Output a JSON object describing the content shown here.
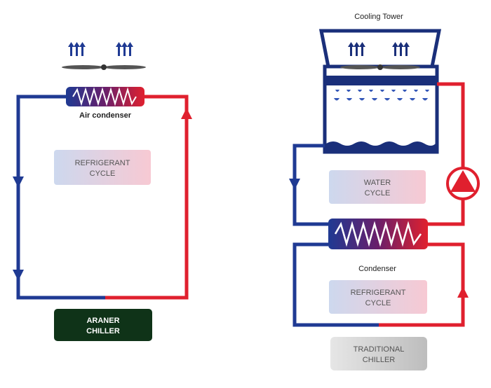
{
  "left": {
    "condenser_label": "Air condenser",
    "cycle_label_line1": "REFRIGERANT",
    "cycle_label_line2": "CYCLE",
    "badge_line1": "ARANER",
    "badge_line2": "CHILLER"
  },
  "right": {
    "tower_label": "Cooling Tower",
    "water_cycle_line1": "WATER",
    "water_cycle_line2": "CYCLE",
    "condenser_label": "Condenser",
    "cycle_label_line1": "REFRIGERANT",
    "cycle_label_line2": "CYCLE",
    "badge_line1": "TRADITIONAL",
    "badge_line2": "CHILLER"
  },
  "colors": {
    "cold_blue": "#1f3a93",
    "hot_red": "#e0202e",
    "navy": "#1a2f7a",
    "araner_badge": "#0f3318",
    "traditional_badge": "#c8c8c8"
  },
  "icons": [
    "fan-icon",
    "airflow-arrow-icon",
    "coil-icon",
    "pump-icon",
    "flow-arrow-icon"
  ]
}
